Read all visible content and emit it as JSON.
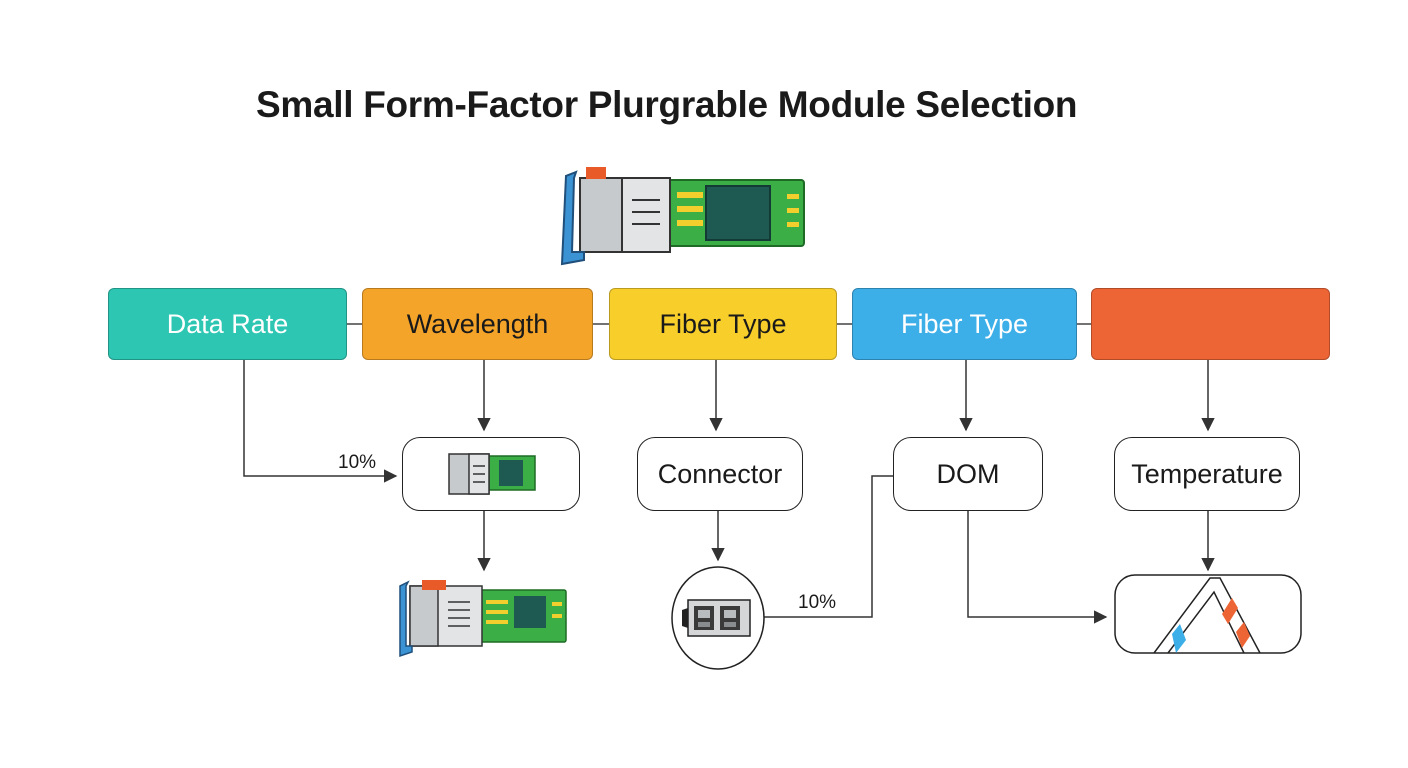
{
  "title": "Small Form-Factor Plurgrable Module Selection",
  "categories": [
    {
      "label": "Data Rate",
      "color": "#2dc6b2"
    },
    {
      "label": "Wavelength",
      "color": "#f4a429"
    },
    {
      "label": "Fiber Type",
      "color": "#f8cf2a"
    },
    {
      "label": "Fiber Type",
      "color": "#3caee8"
    },
    {
      "label": "",
      "color": "#ee6535"
    }
  ],
  "nodes": {
    "connector": "Connector",
    "dom": "DOM",
    "temperature": "Temperature"
  },
  "percent_labels": [
    "10%",
    "10%"
  ],
  "icons": [
    "sfp-module-icon",
    "sfp-module-small-icon",
    "sfp-module-output-icon",
    "duplex-connector-icon",
    "temperature-range-icon"
  ]
}
